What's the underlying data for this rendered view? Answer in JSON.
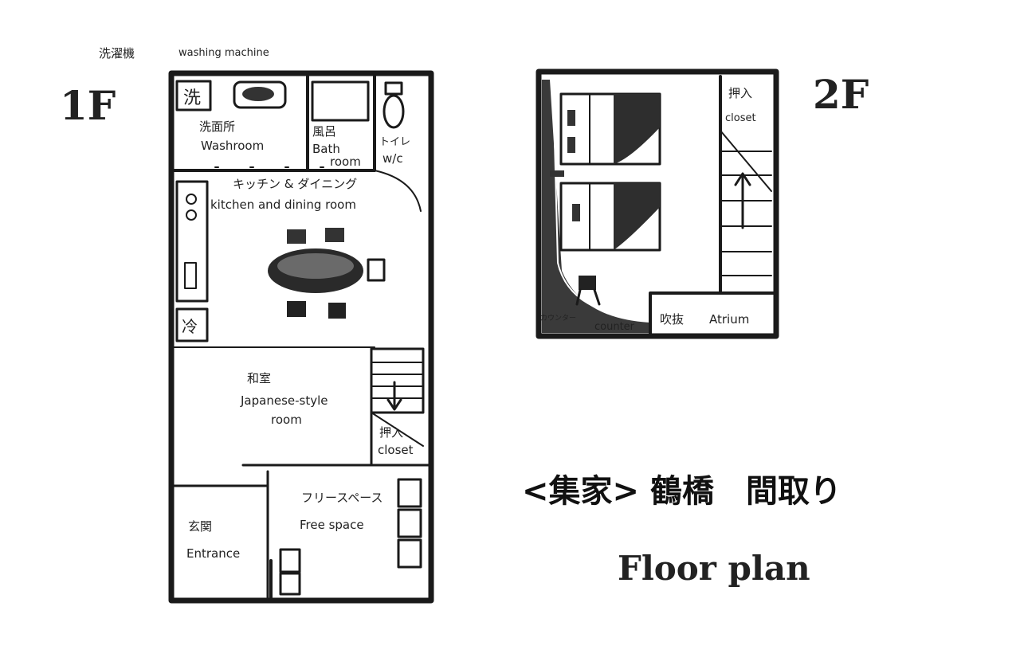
{
  "floors": {
    "f1": {
      "label": "1F",
      "rooms": {
        "washing_machine_jp": "洗濯機",
        "washing_machine_en": "washing machine",
        "washer_glyph": "洗",
        "washroom_jp": "洗面所",
        "washroom_en": "Washroom",
        "bath_jp": "風呂",
        "bath_en_1": "Bath",
        "bath_en_2": "room",
        "toilet_jp": "トイレ",
        "toilet_en": "w/c",
        "kitchen_jp": "キッチン & ダイニング",
        "kitchen_en": "kitchen and dining room",
        "fridge_glyph": "冷",
        "japanese_jp": "和室",
        "japanese_en_1": "Japanese-style",
        "japanese_en_2": "room",
        "closet_jp": "押入",
        "closet_en": "closet",
        "free_jp": "フリースペース",
        "free_en": "Free space",
        "entrance_jp": "玄関",
        "entrance_en": "Entrance"
      }
    },
    "f2": {
      "label": "2F",
      "rooms": {
        "closet_jp": "押入",
        "closet_en": "closet",
        "counter_jp": "カウンター",
        "counter_en": "counter",
        "atrium_jp": "吹抜",
        "atrium_en": "Atrium"
      }
    }
  },
  "title": {
    "jp": "<集家> 鶴橋　間取り",
    "en": "Floor plan"
  }
}
